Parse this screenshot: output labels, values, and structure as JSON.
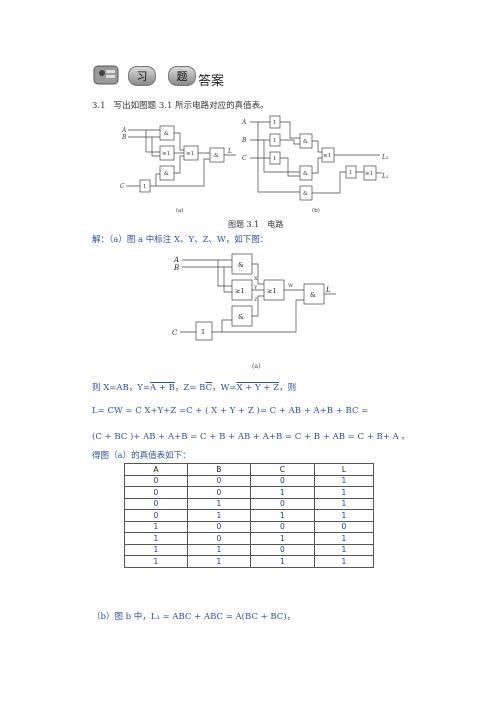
{
  "header": {
    "badge1": "习",
    "badge2": "题",
    "title": "答案"
  },
  "problem": {
    "number": "3.1",
    "text": "写出如图题 3.1 所示电路对应的真值表。"
  },
  "figure1": {
    "label_a": "(a)",
    "label_b": "(b)",
    "caption": "图题 3.1　电路",
    "inputs_a": [
      "A",
      "B",
      "C"
    ],
    "inputs_b": [
      "A",
      "B",
      "C"
    ],
    "output_a": "L",
    "outputs_b": [
      "L₁",
      "L₂"
    ]
  },
  "solution": {
    "intro": "解：（a）图 a 中标注 X、Y、Z、W，如下图："
  },
  "figure2": {
    "label": "(a)",
    "inputs": [
      "A",
      "B",
      "C"
    ],
    "output": "L",
    "marks": [
      "X",
      "Y",
      "Z",
      "W"
    ]
  },
  "equations": {
    "line1_pre": "则  X=AB，Y=",
    "line1_y": "A + B",
    "line1_z_pre": "，Z= B",
    "line1_z": "C",
    "line1_w_pre": "，W=",
    "line1_w": "X + Y + Z",
    "line1_post": "，则",
    "line2": "L= CW = C X+Y+Z =C + ( X + Y + Z )= C + AB + A+B + BC =",
    "line3": "(C + BC )+ AB + A+B = C + B + AB + A+B = C + B + AB = C + B+ A 。",
    "line4": "得图（a）的真值表如下："
  },
  "truth_table": {
    "headers": [
      "A",
      "B",
      "C",
      "L"
    ],
    "rows": [
      [
        "0",
        "0",
        "0",
        "1"
      ],
      [
        "0",
        "0",
        "1",
        "1"
      ],
      [
        "0",
        "1",
        "0",
        "1"
      ],
      [
        "0",
        "1",
        "1",
        "1"
      ],
      [
        "1",
        "0",
        "0",
        "0"
      ],
      [
        "1",
        "0",
        "1",
        "1"
      ],
      [
        "1",
        "1",
        "0",
        "1"
      ],
      [
        "1",
        "1",
        "1",
        "1"
      ]
    ]
  },
  "part_b": {
    "pre": "（b）图 b 中，",
    "formula": "L₁ = ABC + ABC = A(BC + BC)，"
  },
  "gate_symbols": {
    "and": "&",
    "or": "≥1",
    "not": "1"
  }
}
